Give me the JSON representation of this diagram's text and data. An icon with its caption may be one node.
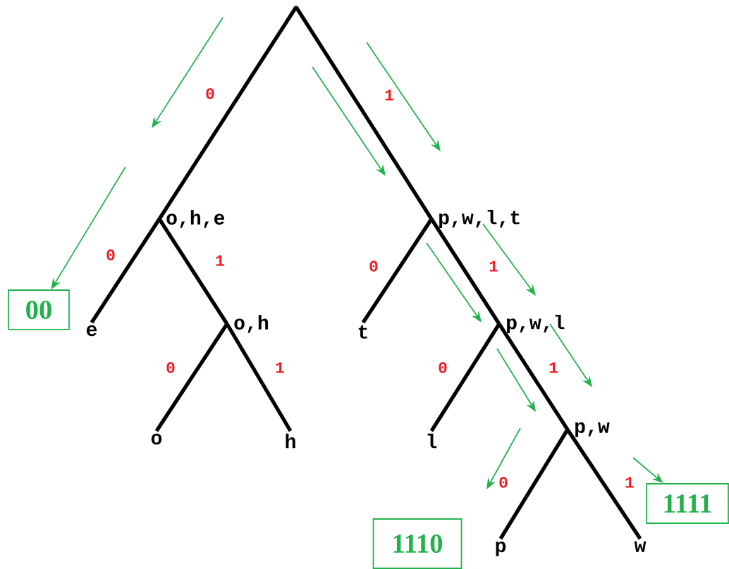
{
  "diagram": {
    "nodes": [
      {
        "text": [],
        "shape": "point"
      },
      {
        "text": [
          "o,h,e"
        ]
      },
      {
        "text": [
          "e"
        ]
      },
      {
        "text": [
          "o,h"
        ]
      },
      {
        "text": [
          "o"
        ]
      },
      {
        "text": [
          "h"
        ]
      },
      {
        "text": [
          "p,w,l,t"
        ]
      },
      {
        "text": [
          "t"
        ]
      },
      {
        "text": [
          "p,w,l"
        ]
      },
      {
        "text": [
          "l"
        ]
      },
      {
        "text": [
          "p,w"
        ]
      },
      {
        "text": [
          "p"
        ]
      },
      {
        "text": [
          "w"
        ]
      },
      {
        "text": [
          "00"
        ]
      },
      {
        "text": [
          "1110"
        ]
      },
      {
        "text": [
          "1111"
        ]
      }
    ],
    "edges": [
      {
        "from": 0,
        "to": 1,
        "arrow": "none",
        "label": "0"
      },
      {
        "from": 0,
        "to": 6,
        "arrow": "none",
        "label": "1"
      },
      {
        "from": 1,
        "to": 2,
        "arrow": "none",
        "label": "0"
      },
      {
        "from": 1,
        "to": 3,
        "arrow": "none",
        "label": "1"
      },
      {
        "from": 3,
        "to": 4,
        "arrow": "none",
        "label": "0"
      },
      {
        "from": 3,
        "to": 5,
        "arrow": "none",
        "label": "1"
      },
      {
        "from": 6,
        "to": 7,
        "arrow": "none",
        "label": "0"
      },
      {
        "from": 6,
        "to": 8,
        "arrow": "none",
        "label": "1"
      },
      {
        "from": 8,
        "to": 9,
        "arrow": "none",
        "label": "0"
      },
      {
        "from": 8,
        "to": 10,
        "arrow": "none",
        "label": "1"
      },
      {
        "from": 10,
        "to": 11,
        "arrow": "none",
        "label": "0"
      },
      {
        "from": 10,
        "to": 12,
        "arrow": "none",
        "label": "1"
      },
      {
        "from": null,
        "to": 13,
        "arrow": "to",
        "color": "#22b14c"
      },
      {
        "from": null,
        "to": 15,
        "arrow": "to",
        "color": "#22b14c"
      }
    ]
  }
}
